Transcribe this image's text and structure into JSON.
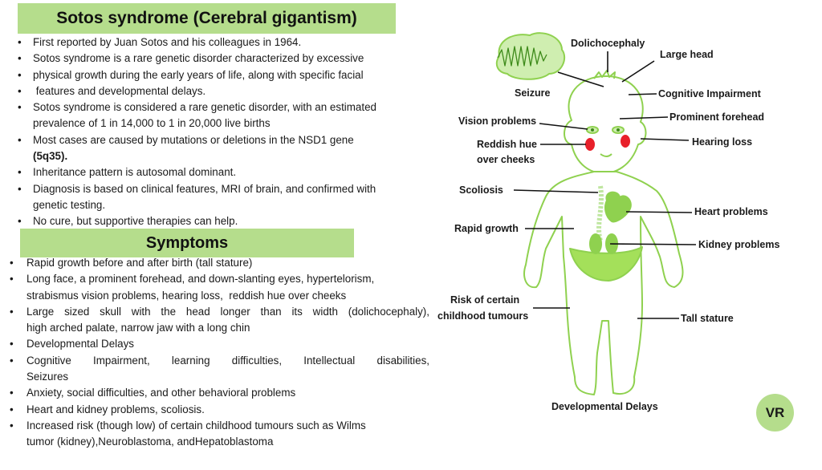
{
  "title": "Sotos syndrome (Cerebral gigantism)",
  "intro": [
    {
      "lines": [
        "First reported by Juan Sotos and his colleagues in 1964."
      ]
    },
    {
      "lines": [
        "Sotos syndrome is a rare genetic disorder characterized by excessive"
      ]
    },
    {
      "lines": [
        "physical growth during the early years of life,  along with specific facial"
      ]
    },
    {
      "lines": [
        " features and developmental delays."
      ]
    },
    {
      "lines": [
        "Sotos syndrome is considered a rare genetic disorder, with an estimated",
        "prevalence of 1 in 14,000 to 1 in 20,000 live births"
      ]
    },
    {
      "lines": [
        "Most cases are caused by mutations or deletions in the NSD1 gene"
      ],
      "bold_line": "(5q35)."
    },
    {
      "lines": [
        "Inheritance pattern is autosomal dominant."
      ]
    },
    {
      "lines": [
        "Diagnosis is based on clinical features, MRI of brain, and confirmed with",
        "genetic testing."
      ]
    },
    {
      "lines": [
        "No cure, but supportive therapies can help."
      ]
    }
  ],
  "symptoms_heading": "Symptoms",
  "symptoms": [
    {
      "lines": [
        "Rapid growth before and after birth (tall stature)"
      ]
    },
    {
      "lines": [
        "Long face, a prominent forehead, and down-slanting eyes, hypertelorism,",
        "strabismus vision problems, hearing loss,  reddish hue over cheeks"
      ]
    },
    {
      "lines": [
        "Large sized skull with the head longer than its width (dolichocephaly),",
        "high arched palate, narrow jaw with a long chin"
      ]
    },
    {
      "lines": [
        "Developmental Delays"
      ]
    },
    {
      "lines": [
        "Cognitive Impairment, learning difficulties, Intellectual disabilities,",
        "Seizures"
      ]
    },
    {
      "lines": [
        "Anxiety, social difficulties, and other behavioral problems"
      ]
    },
    {
      "lines": [
        "Heart and kidney problems, scoliosis."
      ]
    },
    {
      "lines": [
        "Increased risk (though low) of certain childhood tumours such as Wilms",
        "tumor (kidney),Neuroblastoma, andHepatoblastoma"
      ]
    }
  ],
  "diagram_labels": {
    "dolichocephaly": "Dolichocephaly",
    "large_head": "Large head",
    "seizure": "Seizure",
    "cognitive": "Cognitive Impairment",
    "vision": "Vision problems",
    "forehead": "Prominent forehead",
    "reddish_1": "Reddish hue",
    "reddish_2": "over cheeks",
    "hearing": "Hearing loss",
    "scoliosis": "Scoliosis",
    "heart": "Heart problems",
    "rapid": "Rapid growth",
    "kidney": "Kidney problems",
    "tumour_1": "Risk of certain",
    "tumour_2": "childhood tumours",
    "tall": "Tall stature",
    "delays": "Developmental Delays"
  },
  "badge": "VR",
  "colors": {
    "accent": "#b5dd8c",
    "figure": "#8fd14f",
    "cheek": "#e8202a"
  }
}
